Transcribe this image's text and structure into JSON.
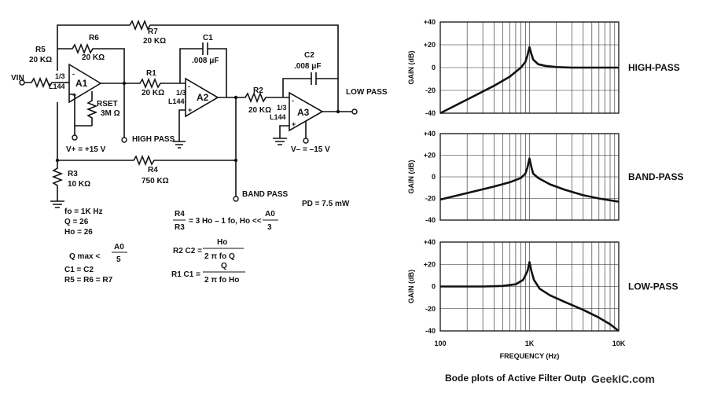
{
  "schematic": {
    "components": {
      "r5": {
        "name": "R5",
        "value": "20 KΩ"
      },
      "r6": {
        "name": "R6",
        "value": "20 KΩ"
      },
      "r7": {
        "name": "R7",
        "value": "20 KΩ"
      },
      "r1": {
        "name": "R1",
        "value": "20 KΩ"
      },
      "r2": {
        "name": "R2",
        "value": "20 KΩ"
      },
      "r3": {
        "name": "R3",
        "value": "10 KΩ"
      },
      "r4": {
        "name": "R4",
        "value": "750 KΩ"
      },
      "rset": {
        "name": "RSET",
        "value": "3M Ω"
      },
      "c1": {
        "name": "C1",
        "value": ".008 μF"
      },
      "c2": {
        "name": "C2",
        "value": ".008 μF"
      }
    },
    "amplifiers": [
      {
        "name": "A1",
        "part": "1/3",
        "chip": "L144"
      },
      {
        "name": "A2",
        "part": "1/3",
        "chip": "L144"
      },
      {
        "name": "A3",
        "part": "1/3",
        "chip": "L144"
      }
    ],
    "labels": {
      "vin": "VIN",
      "high_pass_out": "HIGH PASS",
      "band_pass_out": "BAND PASS",
      "low_pass_out": "LOW PASS",
      "vplus": "V+ = +15 V",
      "vminus": "V– = –15 V",
      "pd": "PD = 7.5 mW"
    },
    "equations_left": [
      "fo = 1K Hz",
      "Q = 26",
      "Ho = 26",
      "Q max <",
      "A0",
      "5",
      "C1 = C2",
      "R5 = R6 = R7"
    ],
    "equations_right": {
      "r4r3_num": "R4",
      "r4r3_den": "R3",
      "r4r3_rhs": "= 3 Ho – 1 fo, Ho <<",
      "a0": "A0",
      "three": "3",
      "r2c2_lhs": "R2 C2 =",
      "r2c2_num": "Ho",
      "r2c2_den": "2 π fo Q",
      "r1c1_lhs": "R1 C1 =",
      "r1c1_num": "Q",
      "r1c1_den": "2 π fo Ho"
    }
  },
  "chart_data": [
    {
      "type": "line",
      "title": "HIGH-PASS",
      "ylabel": "GAIN (dB)",
      "xscale": "log",
      "xlim": [
        100,
        10000
      ],
      "ylim": [
        -40,
        40
      ],
      "yticks": [
        "+40",
        "+20",
        "0",
        "-20",
        "-40"
      ],
      "grid": true,
      "series": [
        {
          "x": [
            100,
            200,
            400,
            600,
            800,
            900,
            950,
            1000,
            1050,
            1100,
            1250,
            1500,
            2000,
            3000,
            5000,
            10000
          ],
          "y": [
            -40,
            -28,
            -16,
            -8,
            0,
            5,
            11,
            18,
            12,
            7,
            3,
            1.5,
            0.5,
            0,
            0,
            0
          ]
        }
      ]
    },
    {
      "type": "line",
      "title": "BAND-PASS",
      "ylabel": "GAIN (dB)",
      "xscale": "log",
      "xlim": [
        100,
        10000
      ],
      "ylim": [
        -40,
        40
      ],
      "yticks": [
        "+40",
        "+20",
        "0",
        "-20",
        "-40"
      ],
      "grid": true,
      "series": [
        {
          "x": [
            100,
            200,
            400,
            600,
            800,
            900,
            950,
            1000,
            1050,
            1100,
            1250,
            1700,
            2500,
            4000,
            6000,
            10000
          ],
          "y": [
            -21,
            -15,
            -9,
            -5,
            -1,
            3,
            9,
            17,
            9,
            3,
            -1,
            -7,
            -12,
            -17,
            -20,
            -23
          ]
        }
      ]
    },
    {
      "type": "line",
      "title": "LOW-PASS",
      "ylabel": "GAIN (dB)",
      "xlabel": "FREQUENCY (Hz)",
      "xscale": "log",
      "xlim": [
        100,
        10000
      ],
      "ylim": [
        -40,
        40
      ],
      "yticks": [
        "+40",
        "+20",
        "0",
        "-20",
        "-40"
      ],
      "xticks": [
        "100",
        "1K",
        "10K"
      ],
      "grid": true,
      "series": [
        {
          "x": [
            100,
            300,
            500,
            700,
            850,
            950,
            1000,
            1050,
            1120,
            1300,
            1700,
            2500,
            4000,
            6000,
            8000,
            10000
          ],
          "y": [
            0,
            0,
            0.5,
            2,
            6,
            14,
            22,
            14,
            6,
            -2,
            -8,
            -14,
            -21,
            -28,
            -34,
            -40
          ]
        }
      ]
    }
  ],
  "caption": "Bode plots of Active Filter Outp",
  "watermark": "GeekIC.com"
}
